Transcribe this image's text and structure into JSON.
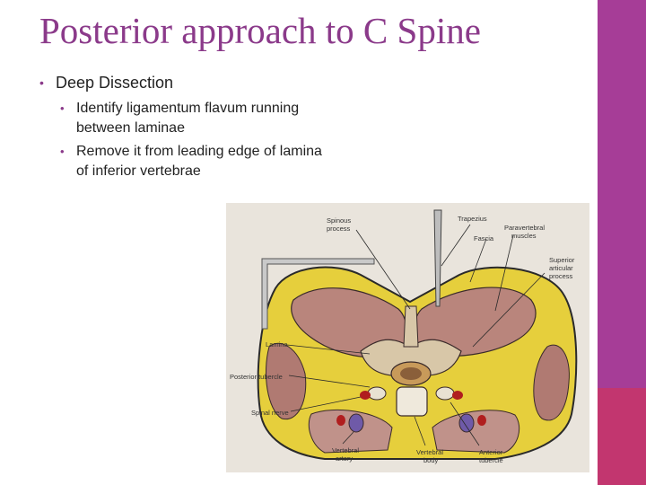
{
  "colors": {
    "sidebar": "#a63d97",
    "sidebar_accent": "#c2366f",
    "title": "#8b3a8a"
  },
  "slide": {
    "title": "Posterior approach to C Spine",
    "bullet": "Deep Dissection",
    "subbullets": [
      "Identify ligamentum flavum running between laminae",
      "Remove it from leading edge of lamina of inferior vertebrae"
    ]
  },
  "figure": {
    "labels": {
      "spinous": "Spinous",
      "process_1": "process",
      "trapezius": "Trapezius",
      "paravertebral": "Paravertebral",
      "muscles": "muscles",
      "fascia": "Fascia",
      "superior": "Superior",
      "articular": "articular",
      "process_2": "process",
      "lamina": "Lamina",
      "posterior_tubercle": "Posterior tubercle",
      "spinal_nerve": "Spinal nerve",
      "vertebral": "Vertebral",
      "artery": "artery",
      "vertebral_2": "Vertebral",
      "body": "body",
      "anterior": "Anterior",
      "tubercle": "tubercle"
    }
  }
}
